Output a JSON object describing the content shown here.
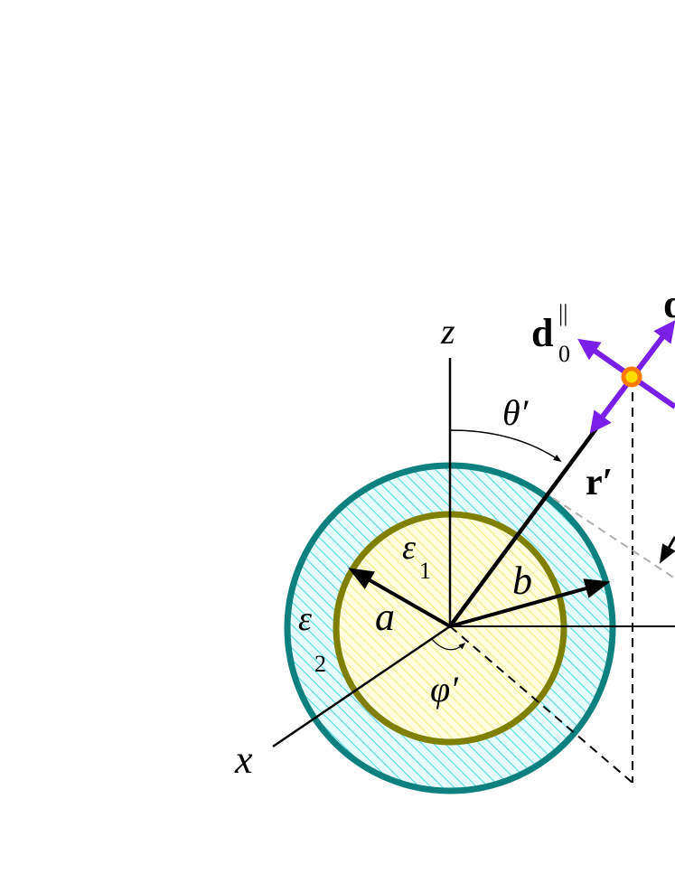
{
  "labels": {
    "z_axis": "z",
    "x_axis": "x",
    "theta_prime": "θ′",
    "phi_prime": "φ′",
    "r_prime": "r′",
    "inner_radius": "a",
    "outer_radius": "b",
    "eps_inner_symbol": "ε",
    "eps_inner_sub": "1",
    "eps_outer_symbol": "ε",
    "eps_outer_sub": "2",
    "dipole_parallel_symbol": "d",
    "dipole_parallel_sub": "0",
    "dipole_parallel_sup": "||",
    "dipole_second_symbol": "d"
  },
  "colors": {
    "outer_shell_stroke": "#0e8080",
    "outer_shell_hatch": "#22d3e0",
    "core_stroke": "#7f7f00",
    "core_hatch": "#f0e640",
    "core_fill": "#fffde0",
    "shell_fill": "#e6fbfd",
    "dipole_arrows": "#7a1fe8",
    "dipole_point_outer": "#ff7a00",
    "dipole_point_inner": "#ffe000"
  },
  "icons": {
    "dipole_point": "orange-dot-icon",
    "dipole_arrows": "double-arrow-cross-icon"
  }
}
